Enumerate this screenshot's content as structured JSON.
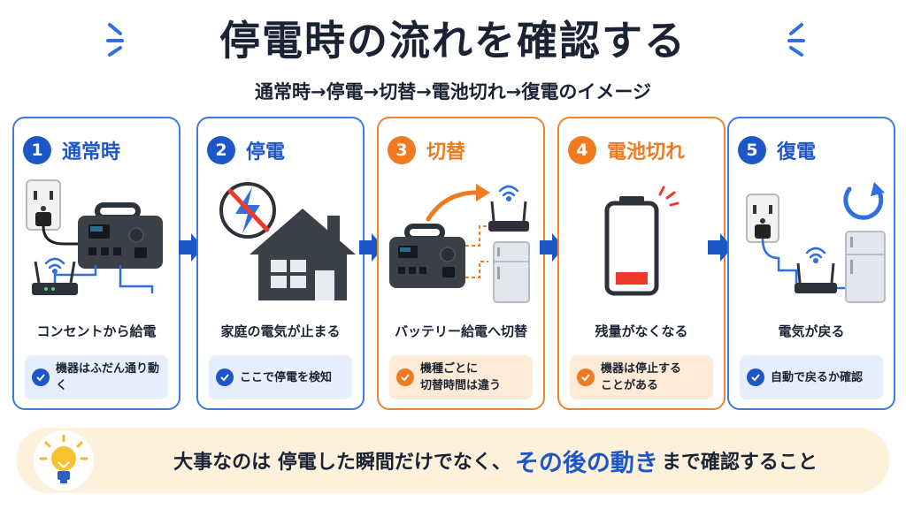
{
  "title": "停電時の流れを確認する",
  "subtitle": "通常時→停電→切替→電池切れ→復電のイメージ",
  "steps": [
    {
      "num": "1",
      "label": "通常時",
      "desc": "コンセントから給電",
      "note": [
        "機器はふだん通り動く"
      ],
      "accent": "blue"
    },
    {
      "num": "2",
      "label": "停電",
      "desc": "家庭の電気が止まる",
      "note": [
        "ここで停電を検知"
      ],
      "accent": "blue"
    },
    {
      "num": "3",
      "label": "切替",
      "desc": "バッテリー給電へ切替",
      "note": [
        "機種ごとに",
        "切替時間は違う"
      ],
      "accent": "orange"
    },
    {
      "num": "4",
      "label": "電池切れ",
      "desc": "残量がなくなる",
      "note": [
        "機器は停止する",
        "ことがある"
      ],
      "accent": "orange"
    },
    {
      "num": "5",
      "label": "復電",
      "desc": "電気が戻る",
      "note": [
        "自動で戻るか確認"
      ],
      "accent": "blue"
    }
  ],
  "tip": {
    "pre": "大事なのは 停電した瞬間だけでなく、",
    "emphasis": "その後の動き",
    "post": "まで確認すること"
  },
  "colors": {
    "blue": "#1d56c7",
    "orange": "#f07a1f",
    "battery_low": "#ee3a2c"
  }
}
